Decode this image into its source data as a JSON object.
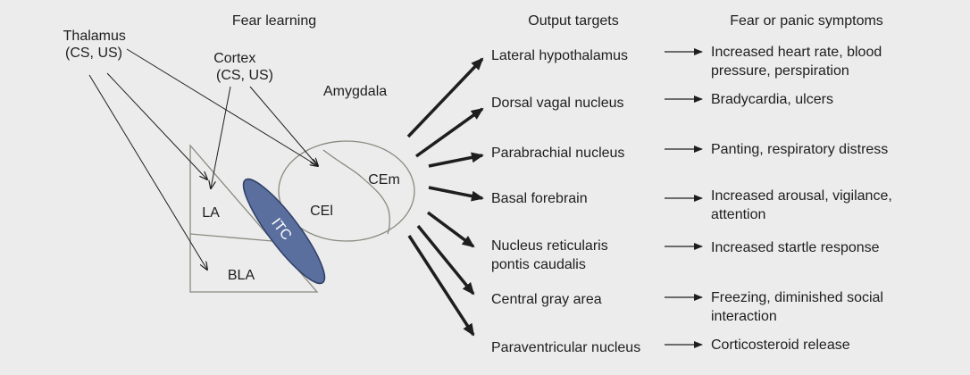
{
  "headers": {
    "fear_learning": "Fear learning",
    "output_targets": "Output targets",
    "symptoms": "Fear or panic symptoms"
  },
  "inputs": {
    "thalamus": [
      "Thalamus",
      "(CS, US)"
    ],
    "cortex": [
      "Cortex",
      "(CS, US)"
    ]
  },
  "amygdala": {
    "label": "Amygdala",
    "regions": {
      "la": "LA",
      "bla": "BLA",
      "itc": "ITC",
      "cel": "CEl",
      "cem": "CEm"
    }
  },
  "targets": [
    {
      "name": [
        "Lateral hypothalamus"
      ],
      "symptom": [
        "Increased heart rate, blood",
        "pressure, perspiration"
      ]
    },
    {
      "name": [
        "Dorsal vagal nucleus"
      ],
      "symptom": [
        "Bradycardia, ulcers"
      ]
    },
    {
      "name": [
        "Parabrachial nucleus"
      ],
      "symptom": [
        "Panting, respiratory distress"
      ]
    },
    {
      "name": [
        "Basal forebrain"
      ],
      "symptom": [
        "Increased arousal, vigilance,",
        "attention"
      ]
    },
    {
      "name": [
        "Nucleus reticularis",
        "pontis caudalis"
      ],
      "symptom": [
        "Increased startle response"
      ]
    },
    {
      "name": [
        "Central gray area"
      ],
      "symptom": [
        "Freezing, diminished social",
        "interaction"
      ]
    },
    {
      "name": [
        "Paraventricular nucleus"
      ],
      "symptom": [
        "Corticosteroid release"
      ]
    }
  ],
  "colors": {
    "background": "#ececec",
    "itc_fill": "#5a6f9e",
    "line": "#1e1e1e"
  }
}
